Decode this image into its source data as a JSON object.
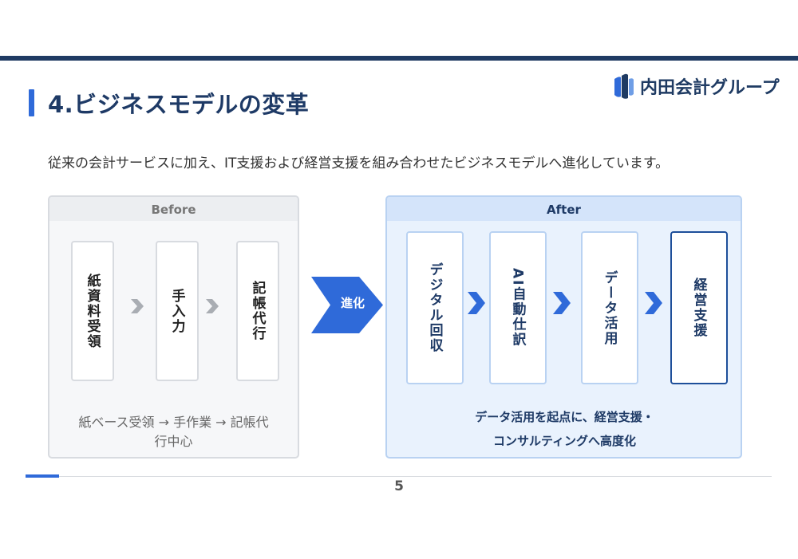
{
  "header": {
    "title": "4.ビジネスモデルの変革",
    "logo_text": "内田会計グループ"
  },
  "lead": "従来の会計サービスに加え、IT支援および経営支援を組み合わせたビジネスモデルへ進化しています。",
  "before": {
    "label": "Before",
    "steps": [
      "紙資料受領",
      "手入力",
      "記帳代行"
    ],
    "note_line1": "紙ベース受領 → 手作業 → 記帳代",
    "note_line2": "行中心"
  },
  "transition_label": "進化",
  "after": {
    "label": "After",
    "steps": [
      "デジタル回収",
      "AI自動仕訳",
      "データ活用",
      "経営支援"
    ],
    "note_line1": "データ活用を起点に、経営支援・",
    "note_line2": "コンサルティングへ高度化"
  },
  "page_number": "5",
  "colors": {
    "navy": "#1f3b63",
    "accent_blue": "#2f6ad9",
    "after_bg": "#e9f2fd",
    "before_bg": "#f6f7f9"
  }
}
